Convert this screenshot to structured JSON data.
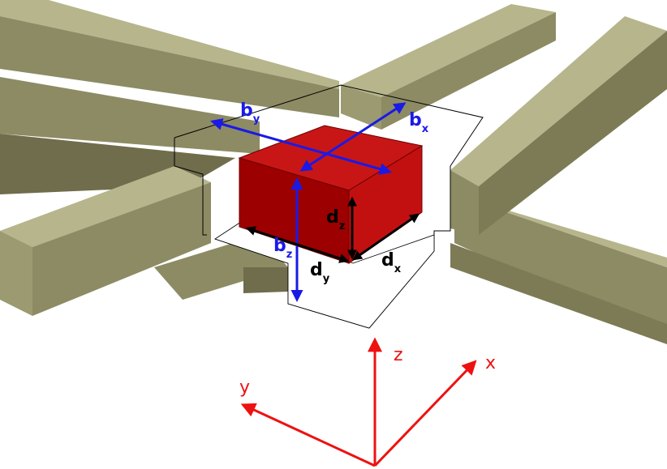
{
  "colors": {
    "beam_top": "#b6b58c",
    "beam_side": "#8d8b64",
    "beam_dark": "#6f6d4b",
    "block_front": "#a10000",
    "block_side": "#c01010",
    "block_top": "#cc1a1a",
    "dimension_blue": "#1a1ae6",
    "dimension_black": "#000000",
    "axis_red": "#ee1111"
  },
  "labels": {
    "bx": {
      "main": "b",
      "sub": "x"
    },
    "by": {
      "main": "b",
      "sub": "y"
    },
    "bz": {
      "main": "b",
      "sub": "z"
    },
    "dx": {
      "main": "d",
      "sub": "x"
    },
    "dy": {
      "main": "d",
      "sub": "y"
    },
    "dz": {
      "main": "d",
      "sub": "z"
    }
  },
  "axes": {
    "x": "x",
    "y": "y",
    "z": "z"
  }
}
